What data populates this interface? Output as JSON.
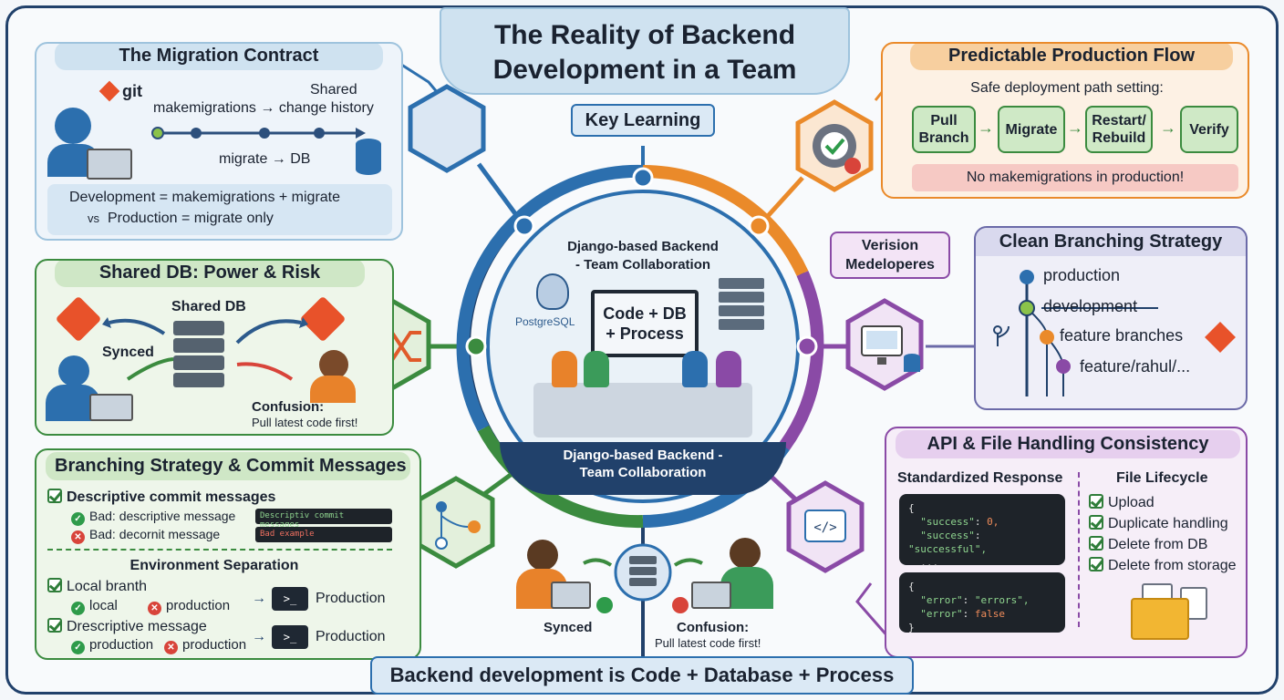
{
  "title": "The Reality of Backend Development in a Team",
  "title_line1": "The Reality of Backend",
  "title_line2": "Development in a Team",
  "key_learning": "Key Learning",
  "footer": "Backend development is Code + Database + Process",
  "colors": {
    "navy": "#21416b",
    "blue": "#2c6fae",
    "orange": "#ea8a2a",
    "green": "#3b8b3f",
    "purple": "#8a4aa6",
    "lavender": "#6b6aa8"
  },
  "center": {
    "top_label_1": "Django-based Backend",
    "top_label_2": "- Team Collaboration",
    "postgres": "PostgreSQL",
    "screen_1": "Code + DB",
    "screen_2": "+ Process",
    "bottom_label_1": "Django-based Backend -",
    "bottom_label_2": "Team Collaboration"
  },
  "migration": {
    "title": "The Migration Contract",
    "git": "git",
    "shared_1": "Shared",
    "makemigrations": "makemigrations → change history",
    "migrate": "migrate → DB",
    "rule_1": "Development = makemigrations + migrate",
    "rule_2_vs": "vs",
    "rule_2": "Production = migrate only"
  },
  "shared_db": {
    "title": "Shared DB: Power & Risk",
    "db_label": "Shared DB",
    "synced": "Synced",
    "confusion": "Confusion:",
    "pull": "Pull latest code first!"
  },
  "branching": {
    "title": "Branching Strategy & Commit Messages",
    "item_1": "Descriptive commit messages",
    "bad_1": "Bad: descriptive message",
    "code_1": "Descriptiv commit messages",
    "bad_2": "Bad: decornit message",
    "code_2": "Bad example",
    "env_title": "Environment Separation",
    "local_branch": "Local branth",
    "local": "local",
    "production": "production",
    "production_cap": "Production",
    "desc_msg": "Drescriptive message",
    "production_2": "production",
    "production_3": "production",
    "production_cap_2": "Production",
    "prompt": ">_"
  },
  "bottom_center": {
    "synced": "Synced",
    "confusion": "Confusion:",
    "pull": "Pull latest code first!"
  },
  "production_flow": {
    "title": "Predictable Production Flow",
    "subtitle": "Safe deployment path setting:",
    "steps": [
      "Pull Branch",
      "Migrate",
      "Restart/ Rebuild",
      "Verify"
    ],
    "steps_l1": [
      "Pull",
      "Migrate",
      "Restart/",
      "Verify"
    ],
    "steps_l2": [
      "Branch",
      "",
      "Rebuild",
      ""
    ],
    "warning": "No makemigrations in production!"
  },
  "version_tag": {
    "line1": "Verision",
    "line2": "Medeloperes"
  },
  "clean_branching": {
    "title": "Clean Branching Strategy",
    "branches": [
      "production",
      "development",
      "feature branches",
      "feature/rahul/..."
    ]
  },
  "api": {
    "title": "API & File Handling Consistency",
    "std_title": "Standardized Response",
    "lifecycle_title": "File Lifecycle",
    "lifecycle": [
      "Upload",
      "Duplicate handling",
      "Delete  from DB",
      "Delete  from storage"
    ],
    "code_a": {
      "open": "{",
      "k1": "\"success\"",
      "v1": "0,",
      "k2": "\"success\"",
      "v2": "\"successful\",",
      "more": "...",
      "close": "}"
    },
    "code_b": {
      "open": "{",
      "k1": "\"error\"",
      "v1": "\"errors\",",
      "k2": "\"error\"",
      "v2": "false",
      "close": "}"
    }
  }
}
